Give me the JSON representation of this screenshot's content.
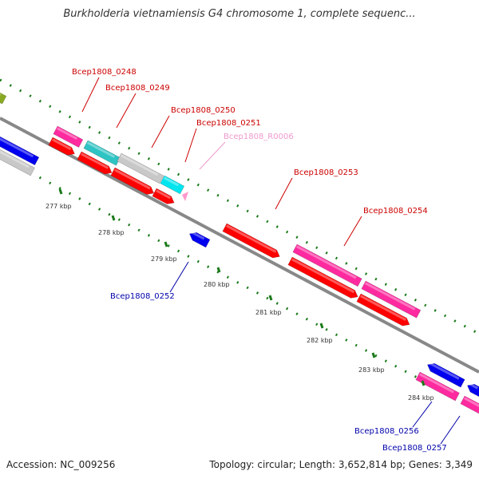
{
  "title": "Burkholderia vietnamiensis G4 chromosome 1, complete sequenc...",
  "footer": {
    "accession": "Accession: NC_009256",
    "summary": "Topology: circular; Length: 3,652,814 bp; Genes: 3,349"
  },
  "scale_labels": [
    "277 kbp",
    "278 kbp",
    "279 kbp",
    "280 kbp",
    "281 kbp",
    "282 kbp",
    "283 kbp",
    "284 kbp"
  ],
  "gene_labels": [
    {
      "name": "Bcep1808_0248",
      "color": "#cc0000"
    },
    {
      "name": "Bcep1808_0249",
      "color": "#cc0000"
    },
    {
      "name": "Bcep1808_0250",
      "color": "#cc0000"
    },
    {
      "name": "Bcep1808_0251",
      "color": "#cc0000"
    },
    {
      "name": "Bcep1808_R0006",
      "color": "#ee99cc"
    },
    {
      "name": "Bcep1808_0253",
      "color": "#cc0000"
    },
    {
      "name": "Bcep1808_0254",
      "color": "#cc0000"
    },
    {
      "name": "Bcep1808_0252",
      "color": "#0000aa"
    },
    {
      "name": "Bcep1808_0256",
      "color": "#0000aa"
    },
    {
      "name": "Bcep1808_0257",
      "color": "#0000aa"
    }
  ],
  "colors": {
    "cds_red": "#ff0000",
    "cds_magenta": "#ff2a9f",
    "cds_blue": "#0000ee",
    "cds_cyan": "#00e5ee",
    "cds_teal": "#2ec4c4",
    "cds_gray": "#c8c8c8",
    "cds_olive": "#88aa22",
    "rna_pink": "#ff99cc",
    "tick_green": "#1a7a1a",
    "backbone": "#888888"
  }
}
